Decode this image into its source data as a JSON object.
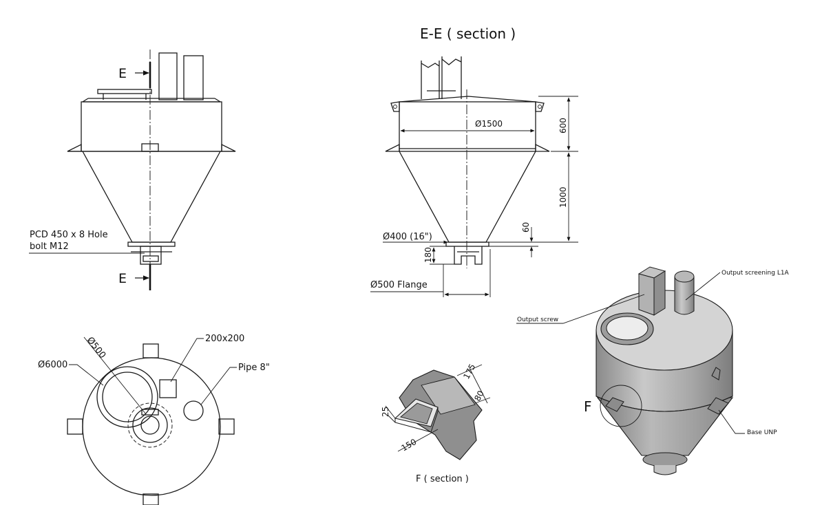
{
  "section_ee": {
    "title": "E-E ( section )",
    "dim_diameter_top": "Ø1500",
    "dim_height_top": "600",
    "dim_height_cone": "1000",
    "dim_height_small": "60",
    "dim_outlet": "Ø400 (16\")",
    "dim_flange_height": "180",
    "dim_flange": "Ø500 Flange"
  },
  "front_view": {
    "section_mark_top": "E",
    "section_mark_bottom": "E",
    "note_line1": "PCD 450 x 8 Hole",
    "note_line2": "bolt M12"
  },
  "plan_view": {
    "dim_body": "Ø6000",
    "dim_opening": "Ø500",
    "dim_square": "200x200",
    "dim_pipe": "Pipe 8\""
  },
  "detail_f": {
    "title": "F ( section )",
    "dim_a": "175",
    "dim_b": "80",
    "dim_c": "25",
    "dim_d": "150"
  },
  "iso_view": {
    "label_output_screening": "Output screening L1A",
    "label_output_screw": "Output screw",
    "label_base": "Base UNP",
    "label_detail": "F"
  },
  "colors": {
    "line": "#1a1a1a",
    "metal_light": "#d8d8d8",
    "metal_mid": "#a9a9a9",
    "metal_dark": "#7a7a7a"
  }
}
